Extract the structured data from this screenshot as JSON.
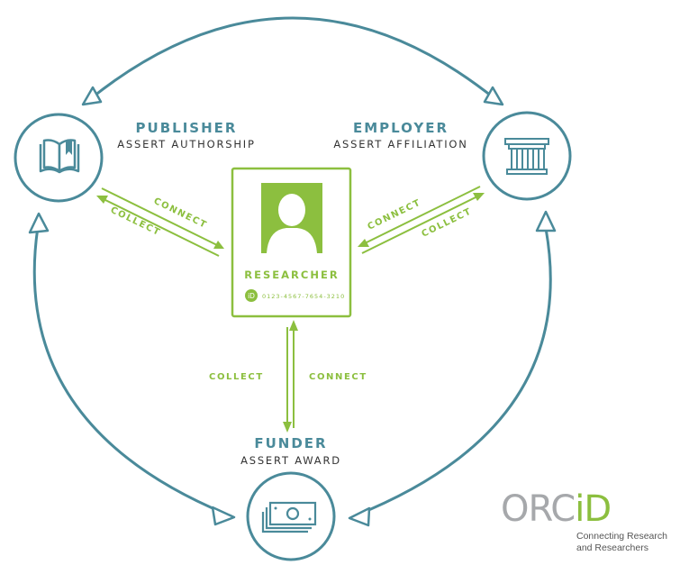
{
  "colors": {
    "teal": "#4a8a9a",
    "green": "#8cbf3f",
    "logo_gray": "#a6a8ab",
    "text_dark": "#333333"
  },
  "nodes": {
    "publisher": {
      "title": "PUBLISHER",
      "subtitle": "ASSERT AUTHORSHIP",
      "icon": "book-icon"
    },
    "employer": {
      "title": "EMPLOYER",
      "subtitle": "ASSERT AFFILIATION",
      "icon": "building-icon"
    },
    "funder": {
      "title": "FUNDER",
      "subtitle": "ASSERT AWARD",
      "icon": "money-icon"
    }
  },
  "researcher": {
    "title": "RESEARCHER",
    "id_badge": "iD",
    "orcid_id": "0123-4567-7654-3210",
    "icon": "person-icon"
  },
  "flows": {
    "publisher": {
      "connect": "CONNECT",
      "collect": "COLLECT"
    },
    "employer": {
      "connect": "CONNECT",
      "collect": "COLLECT"
    },
    "funder": {
      "collect": "COLLECT",
      "connect": "CONNECT"
    }
  },
  "logo": {
    "word_prefix": "ORC",
    "word_suffix": "iD",
    "tagline_line1": "Connecting Research",
    "tagline_line2": "and Researchers"
  }
}
